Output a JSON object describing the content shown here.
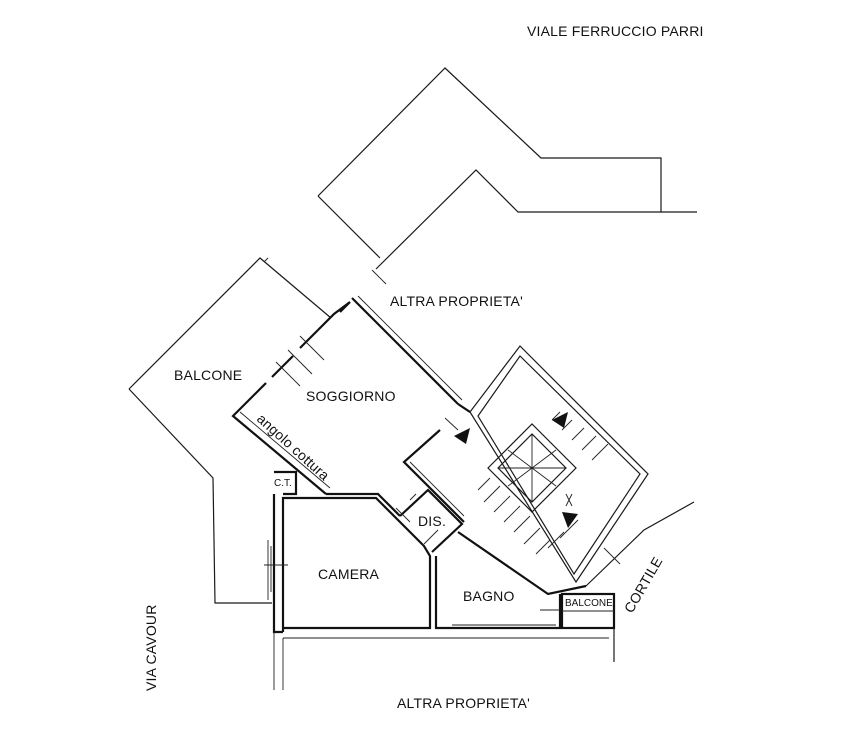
{
  "labels": {
    "street_top": "VIALE FERRUCCIO PARRI",
    "other_property_top": "ALTRA PROPRIETA'",
    "other_property_bottom": "ALTRA PROPRIETA'",
    "street_left": "VIA CAVOUR",
    "courtyard": "CORTILE"
  },
  "rooms": {
    "balcone": "BALCONE",
    "soggiorno": "SOGGIORNO",
    "angolo_cottura": "angolo cottura",
    "ct": "C.T.",
    "dis": "DIS.",
    "camera": "CAMERA",
    "bagno": "BAGNO",
    "balcone_small": "BALCONE"
  },
  "colors": {
    "line": "#111111",
    "background": "#ffffff"
  }
}
